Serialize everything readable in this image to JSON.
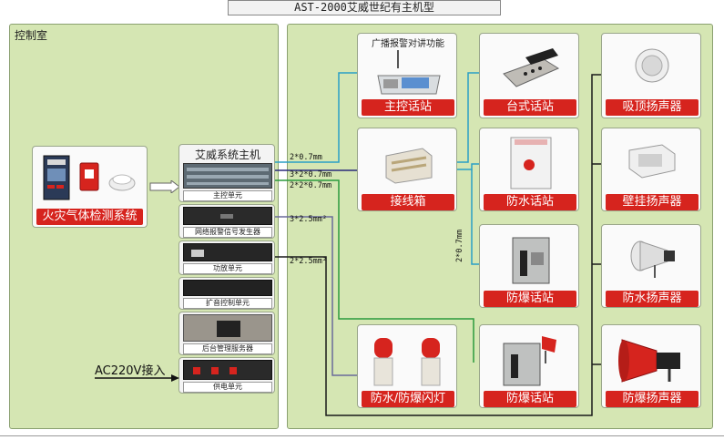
{
  "title": "AST-2000艾威世纪有主机型",
  "control_room": {
    "label": "控制室",
    "fire_system": "火灾气体检测系统",
    "host_title": "艾威系统主机",
    "units": [
      {
        "label": "主控单元"
      },
      {
        "label": "网络报警信号发生器"
      },
      {
        "label": "功放单元"
      },
      {
        "label": "扩音控制单元"
      },
      {
        "label": "后台管理服务器"
      },
      {
        "label": "供电单元"
      }
    ],
    "ac_input": "AC220V接入"
  },
  "field": {
    "broadcast_label": "广播报警对讲功能",
    "stations": {
      "master": "主控话站",
      "junction": "接线箱",
      "explosion_lamp": "防水/防爆闪灯",
      "desk": "台式话站",
      "waterproof": "防水话站",
      "explosion1": "防爆话站",
      "explosion2": "防爆话站"
    },
    "speakers": {
      "ceiling": "吸顶扬声器",
      "wall": "壁挂扬声器",
      "waterproof": "防水扬声器",
      "explosion": "防爆扬声器"
    }
  },
  "wires": {
    "w1": "2*0.7mm",
    "w2": "3*2*0.7mm",
    "w3": "2*2*0.7mm",
    "w4": "3*2.5mm²",
    "w5": "2*2.5mm²",
    "w6": "2*0.7mm"
  },
  "colors": {
    "panel": "#d5e6b3",
    "label_red": "#d6241e",
    "wire_cyan": "#2a9fc6",
    "wire_navy": "#2a2a7a",
    "wire_green": "#2b9a3c",
    "wire_slate": "#6a6a9a",
    "wire_black": "#1a1a1a"
  }
}
